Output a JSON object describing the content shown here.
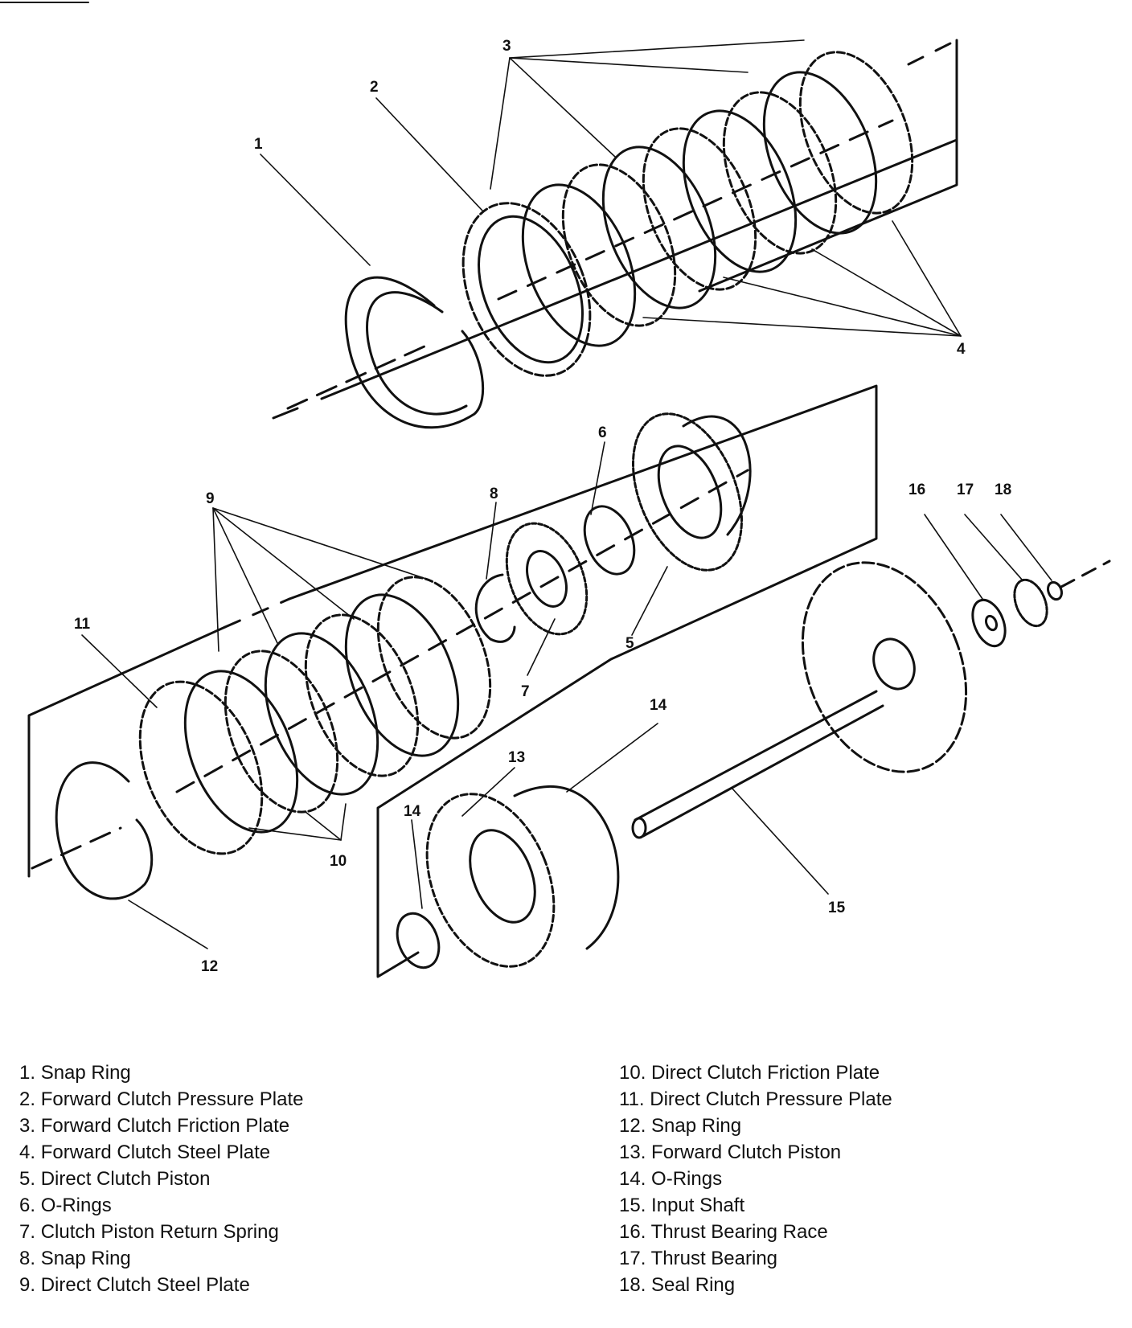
{
  "callouts": [
    "1",
    "2",
    "3",
    "4",
    "5",
    "6",
    "7",
    "8",
    "9",
    "10",
    "11",
    "12",
    "13",
    "14",
    "14",
    "15",
    "16",
    "17",
    "18"
  ],
  "legend": {
    "left": [
      {
        "num": "1.",
        "text": "Snap Ring"
      },
      {
        "num": "2.",
        "text": "Forward Clutch Pressure Plate"
      },
      {
        "num": "3.",
        "text": "Forward Clutch Friction Plate"
      },
      {
        "num": "4.",
        "text": "Forward Clutch Steel Plate"
      },
      {
        "num": "5.",
        "text": "Direct Clutch Piston"
      },
      {
        "num": "6.",
        "text": "O-Rings"
      },
      {
        "num": "7.",
        "text": "Clutch Piston Return Spring"
      },
      {
        "num": "8.",
        "text": "Snap Ring"
      },
      {
        "num": "9.",
        "text": "Direct Clutch Steel Plate"
      }
    ],
    "right": [
      {
        "num": "10.",
        "text": "Direct Clutch Friction Plate"
      },
      {
        "num": "11.",
        "text": "Direct Clutch Pressure Plate"
      },
      {
        "num": "12.",
        "text": "Snap Ring"
      },
      {
        "num": "13.",
        "text": "Forward Clutch Piston"
      },
      {
        "num": "14.",
        "text": "O-Rings"
      },
      {
        "num": "15.",
        "text": "Input Shaft"
      },
      {
        "num": "16.",
        "text": "Thrust Bearing Race"
      },
      {
        "num": "17.",
        "text": "Thrust Bearing"
      },
      {
        "num": "18.",
        "text": "Seal Ring"
      }
    ]
  }
}
